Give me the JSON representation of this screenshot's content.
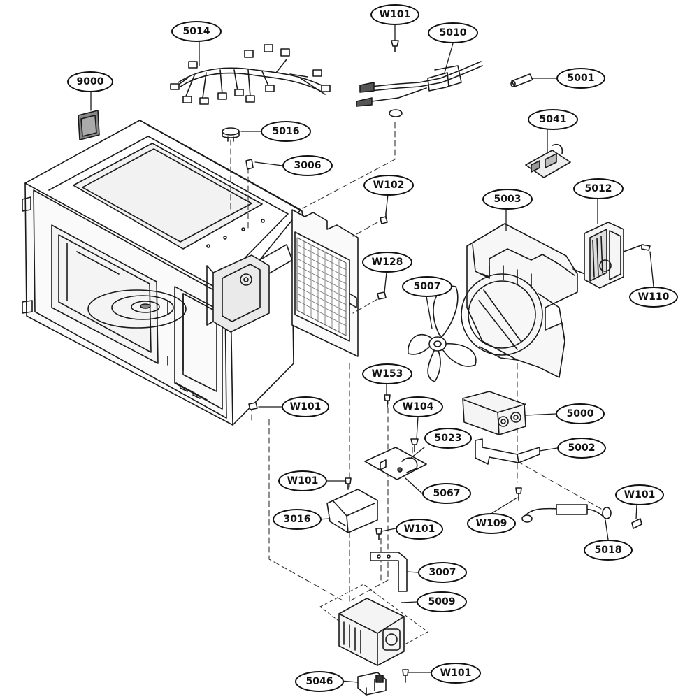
{
  "labels": [
    {
      "id": "lbl-9000",
      "text": "9000"
    },
    {
      "id": "lbl-5014",
      "text": "5014"
    },
    {
      "id": "lbl-w101-top",
      "text": "W101"
    },
    {
      "id": "lbl-5010",
      "text": "5010"
    },
    {
      "id": "lbl-5001",
      "text": "5001"
    },
    {
      "id": "lbl-5016",
      "text": "5016"
    },
    {
      "id": "lbl-3006",
      "text": "3006"
    },
    {
      "id": "lbl-5041",
      "text": "5041"
    },
    {
      "id": "lbl-w102",
      "text": "W102"
    },
    {
      "id": "lbl-5003",
      "text": "5003"
    },
    {
      "id": "lbl-5012",
      "text": "5012"
    },
    {
      "id": "lbl-w128",
      "text": "W128"
    },
    {
      "id": "lbl-5007",
      "text": "5007"
    },
    {
      "id": "lbl-w110",
      "text": "W110"
    },
    {
      "id": "lbl-w153",
      "text": "W153"
    },
    {
      "id": "lbl-w101-cab",
      "text": "W101"
    },
    {
      "id": "lbl-w104",
      "text": "W104"
    },
    {
      "id": "lbl-5000",
      "text": "5000"
    },
    {
      "id": "lbl-5023",
      "text": "5023"
    },
    {
      "id": "lbl-5002",
      "text": "5002"
    },
    {
      "id": "lbl-w101-mid",
      "text": "W101"
    },
    {
      "id": "lbl-5067",
      "text": "5067"
    },
    {
      "id": "lbl-w101-right",
      "text": "W101"
    },
    {
      "id": "lbl-3016",
      "text": "3016"
    },
    {
      "id": "lbl-w109",
      "text": "W109"
    },
    {
      "id": "lbl-w101-low",
      "text": "W101"
    },
    {
      "id": "lbl-5018",
      "text": "5018"
    },
    {
      "id": "lbl-3007",
      "text": "3007"
    },
    {
      "id": "lbl-5009",
      "text": "5009"
    },
    {
      "id": "lbl-5046",
      "text": "5046"
    },
    {
      "id": "lbl-w101-bottom",
      "text": "W101"
    }
  ]
}
